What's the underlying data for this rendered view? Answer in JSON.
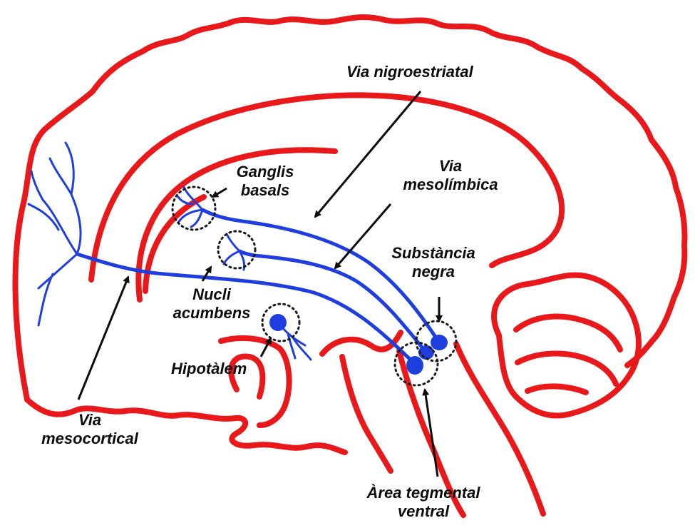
{
  "colors": {
    "brain_outline": "#e8181b",
    "neuron": "#1f3ee0",
    "label_text": "#0d0d0d",
    "circle_marker": "#1a1a1a"
  },
  "labels": {
    "nigrostriatal": "Via nigroestriatal",
    "ganglia_line1": "Ganglis",
    "ganglia_line2": "basals",
    "mesolimbic_line1": "Via",
    "mesolimbic_line2": "mesolímbica",
    "substantia_line1": "Substància",
    "substantia_line2": "negra",
    "accumbens_line1": "Nucli",
    "accumbens_line2": "acumbens",
    "hypothalamus": "Hipotàlem",
    "mesocortical_line1": "Via",
    "mesocortical_line2": "mesocortical",
    "vta_line1": "Àrea tegmental",
    "vta_line2": "ventral"
  }
}
